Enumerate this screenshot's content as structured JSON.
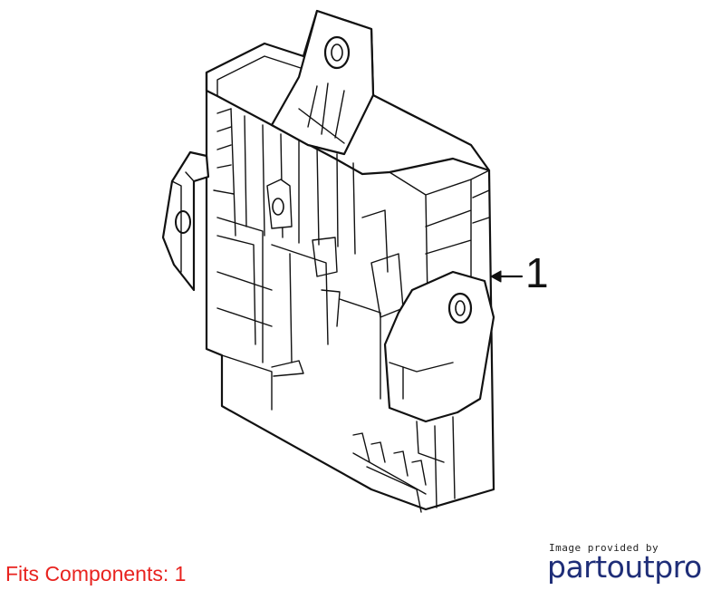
{
  "callout": {
    "number": "1"
  },
  "footer": {
    "fits_text": "Fits Components: 1",
    "provided_by": "Image provided by",
    "brand_logo": "partoutpro",
    "fits_color": "#e8231f",
    "brand_color": "#1f2e78"
  }
}
